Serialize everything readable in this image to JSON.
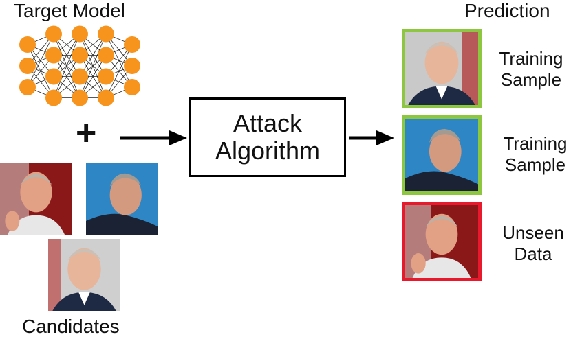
{
  "target_model": {
    "title": "Target Model",
    "node_color": "#f7941d",
    "layers": [
      3,
      4,
      4,
      4,
      3
    ]
  },
  "plus_sign": "+",
  "candidates": {
    "title": "Candidates",
    "images": [
      {
        "background": "#8a1818"
      },
      {
        "background": "#2e86c4"
      },
      {
        "background": "#cfcfcf"
      }
    ]
  },
  "attack_box": {
    "line1": "Attack",
    "line2": "Algorithm"
  },
  "prediction": {
    "title": "Prediction",
    "items": [
      {
        "line1": "Training",
        "line2": "Sample",
        "border_color": "#8dc63f"
      },
      {
        "line1": "Training",
        "line2": "Sample",
        "border_color": "#8dc63f"
      },
      {
        "line1": "Unseen",
        "line2": "Data",
        "border_color": "#e8192c"
      }
    ]
  }
}
